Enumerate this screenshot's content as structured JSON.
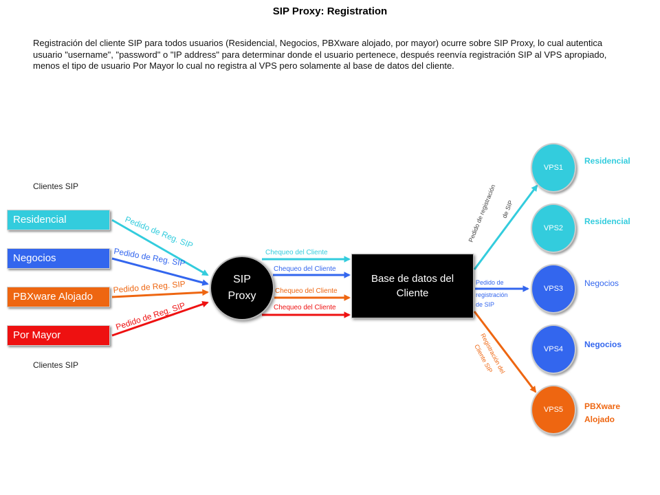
{
  "title": "SIP Proxy: Registration",
  "description": "Registración del cliente SIP para todos usuarios (Residencial, Negocios, PBXware alojado, por mayor) ocurre sobre SIP Proxy, lo cual autentica usuario \"username\", \"password\" o \"IP address\" para determinar donde el usuario pertenece, después reenvía registración SIP al VPS apropiado, menos el tipo de usuario Por Mayor lo cual no registra al VPS pero solamente al base de datos del cliente.",
  "clients_label_top": "Clientes SIP",
  "clients_label_bottom": "Clientes SIP",
  "clients": [
    {
      "label": "Residencial",
      "color": "#33ccdd"
    },
    {
      "label": "Negocios",
      "color": "#3366ee"
    },
    {
      "label": "PBXware Alojado",
      "color": "#ee6611"
    },
    {
      "label": "Por Mayor",
      "color": "#ee1111"
    }
  ],
  "client_arrows": [
    {
      "label": "Pedido de Reg. SIP",
      "color": "#33ccdd"
    },
    {
      "label": "Pedido de Reg. SIP",
      "color": "#3366ee"
    },
    {
      "label": "Pedido de Reg. SIP",
      "color": "#ee6611"
    },
    {
      "label": "Pedido de Reg. SIP",
      "color": "#ee1111"
    }
  ],
  "proxy": {
    "line1": "SIP",
    "line2": "Proxy"
  },
  "check_arrows": [
    {
      "label": "Chequeo del Cliente",
      "color": "#33ccdd"
    },
    {
      "label": "Chequeo del Cliente",
      "color": "#3366ee"
    },
    {
      "label": "Chequeo del Cliente",
      "color": "#ee6611"
    },
    {
      "label": "Chequeo del Cliente",
      "color": "#ee1111"
    }
  ],
  "database": {
    "line1": "Base de datos del",
    "line2": "Cliente"
  },
  "db_arrows": [
    {
      "line1": "Pedido de registración",
      "line2": "de SIP",
      "color": "#33ccdd"
    },
    {
      "line1": "Pedido de",
      "line2": "registración",
      "line3": "de SIP",
      "color": "#3366ee"
    },
    {
      "line1": "Registración del",
      "line2": "Cliente SIP",
      "color": "#ee6611"
    }
  ],
  "vps": [
    {
      "label": "VPS1",
      "color": "#33ccdd",
      "type": "Residencial",
      "type_color": "#33ccdd"
    },
    {
      "label": "VPS2",
      "color": "#33ccdd",
      "type": "Residencial",
      "type_color": "#33ccdd"
    },
    {
      "label": "VPS3",
      "color": "#3366ee",
      "type": "Negocios",
      "type_color": "#3366ee"
    },
    {
      "label": "VPS4",
      "color": "#3366ee",
      "type": "Negocios",
      "type_color": "#3366ee"
    },
    {
      "label": "VPS5",
      "color": "#ee6611",
      "type": "PBXware Alojado",
      "type_line1": "PBXware",
      "type_line2": "Alojado",
      "type_color": "#ee6611"
    }
  ]
}
